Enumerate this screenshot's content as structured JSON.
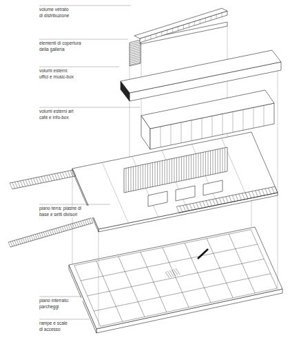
{
  "diagram": {
    "labels": [
      "volume vetrato di distribuzione",
      "elementi di copertura della galleria",
      "volumi esterni: uffici e music-box",
      "volumi esterni art café e info-box",
      "piano terra: piastre di base e setti divisori",
      "piano interrato: parcheggi",
      "rampe e scale di accesso"
    ]
  }
}
